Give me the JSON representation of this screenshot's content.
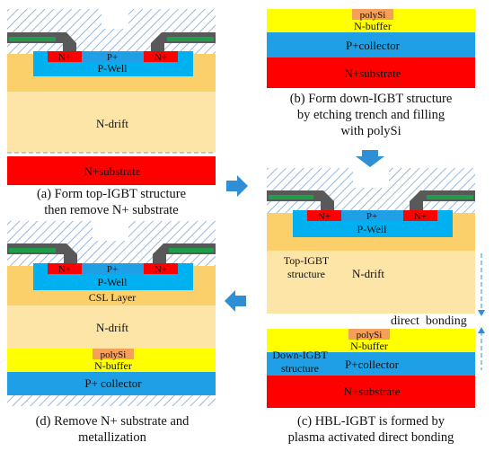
{
  "panel_a": {
    "doping": [
      "N+",
      "P+",
      "N+"
    ],
    "pwell": "P-Well",
    "drift": "N-drift",
    "substrate": "N+substrate",
    "caption": [
      "(a) Form top-IGBT structure",
      "then remove N+ substrate"
    ]
  },
  "panel_b": {
    "polysi": "polySi",
    "buffer": "N-buffer",
    "collector": "P+collector",
    "substrate": "N+substrate",
    "caption": [
      "(b) Form down-IGBT structure",
      "by etching trench and filling",
      "with polySi"
    ]
  },
  "panel_top": {
    "doping": [
      "N+",
      "P+",
      "N+"
    ],
    "pwell": "P-Well",
    "label_structure": [
      "Top-IGBT",
      "structure"
    ],
    "drift": "N-drift",
    "bonding": "direct  bonding"
  },
  "panel_c": {
    "polysi": "polySi",
    "buffer": "N-buffer",
    "label_structure": [
      "Down-IGBT",
      "structure"
    ],
    "collector": "P+collector",
    "substrate": "N+substrate",
    "caption": [
      "(c) HBL-IGBT is formed by",
      "plasma activated direct bonding"
    ]
  },
  "panel_d": {
    "doping": [
      "N+",
      "P+",
      "N+"
    ],
    "pwell": "P-Well",
    "csl": "CSL Layer",
    "drift": "N-drift",
    "polysi": "polySi",
    "buffer": "N-buffer",
    "collector": "P+ collector",
    "caption": [
      "(d) Remove N+ substrate and",
      "metallization"
    ]
  },
  "colors": {
    "hatch_line": "#7ea6d6",
    "metal_dark": "#595959",
    "metal_green": "#1f9e4a",
    "n_plus": "#ff0000",
    "p_plus": "#1fa0e6",
    "p_well": "#00b0f0",
    "drift_light": "#fde5a8",
    "drift_border": "#fbd06a",
    "polysi": "#f4a05a",
    "buffer": "#ffff00",
    "collector": "#1fa0e6",
    "substrate": "#ff0000",
    "arrow": "#2e8fd6"
  }
}
